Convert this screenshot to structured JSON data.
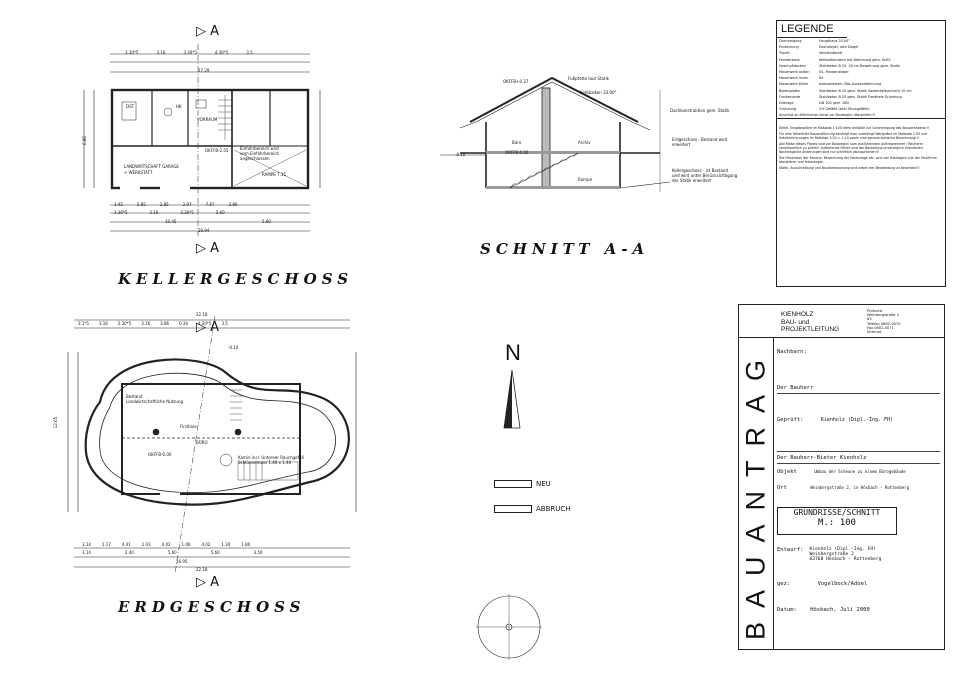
{
  "section_marker": "A",
  "titles": {
    "kellergeschoss": "KELLERGESCHOSS",
    "erdgeschoss": "ERDGESCHOSS",
    "schnitt": "SCHNITT A-A"
  },
  "kg": {
    "top_dims": [
      "3.30*5",
      "3.16",
      "3.30*5",
      "4.30*5",
      "3.5"
    ],
    "total": "17.29",
    "bottom_dims": [
      "1.45",
      "2.85",
      "2.85",
      "2.97",
      "7.67",
      "3.80"
    ],
    "bottom_dims2": [
      "3.36*5",
      "3.16",
      "3.36*5",
      "5.60"
    ],
    "bottom_total1": "10.45",
    "bottom_total2": "5.60",
    "bottom_total": "16.94",
    "left_dim": "6.86",
    "room_wc": "DST",
    "room_vorraum": "VORRAUM",
    "room_hk": "HK",
    "label_oktfb": "OKFFB-2.55",
    "garage_label": "LANDWIRTSCHAFT GARAGE",
    "werkstatt": "+ WERKSTATT",
    "note_einfahrt": "Einfahrbereich wird",
    "note_einfahrt2": "vom Einfahrbereich",
    "note_einfahrt3": "angeschlossen",
    "rampe": "RAMPE 7.15"
  },
  "eg": {
    "top_dims": [
      "3.1*5",
      "3.16",
      "2.30*5",
      "3.16",
      "3.86",
      "0.30",
      "4.30*5",
      "3.5"
    ],
    "total": "22.18",
    "bottom_dims": [
      "3.14",
      "1.17",
      "4.41",
      "1.03",
      "4.02",
      "1.06",
      "4.02",
      "1.30",
      "1.80"
    ],
    "bottom_dims2": [
      "3.14",
      "2.40",
      "5.60",
      "5.60",
      "3.50"
    ],
    "bottom_total1": "16.95",
    "bottom_total": "22.18",
    "left_dim": "12.65",
    "label_oktfb": "OKFFB-0.00",
    "level": "-0.10",
    "room_bestand": "Bestand",
    "room_landw": "Landwirtschaftliche Nutzung",
    "firstlinie": "Firstlinie",
    "buro": "BÜRO",
    "note_kamin": "Kamin incl. Untereer Rauchgefäß",
    "note_kamin2": "Schlüsselmass 1.40 x 1.40"
  },
  "schnitt": {
    "okffb_top": "OKFFB+0.37",
    "okffb_mid": "OKFFB-0.00",
    "level_left": "-0.10",
    "roof_top": "Kehlbalken 33.00°",
    "roof_note": "Fußpfette laut Statik",
    "dachkonstruktion": "Dachkonstruktion gem. Statik",
    "erdgeschoss_note": "Erdgeschoss - Bestand wird",
    "erdgeschoss_note2": "erweitert",
    "kellergeschoss_note": "Kellergeschoss - ist Bestand",
    "kellergeschoss_note2": "und wird unter Berücksichtigung",
    "kellergeschoss_note3": "der Statik erweitert",
    "room_buro": "Büro",
    "room_archiv": "Archiv",
    "room_rampe": "Rampe"
  },
  "legend": {
    "title": "LEGENDE",
    "rows": [
      {
        "k": "Dachneigung",
        "v": "Haupthaus 33.00°"
      },
      {
        "k": "Eindeckung",
        "v": "Dachziegel, rote Ziegel"
      },
      {
        "k": "Traufe",
        "v": "Verblendbrett"
      },
      {
        "k": "Fensterbank",
        "v": "Kehlbalkendach mit Dämmung gem. EnEV"
      },
      {
        "k": "Geschoßdecken",
        "v": "Stahlbeton B 25, 18 cm Bewehrung gem. Statik"
      },
      {
        "k": "Mauerwerk außen",
        "v": "KS, Porotonziegel"
      },
      {
        "k": "Mauerwerk innen",
        "v": "KS"
      },
      {
        "k": "Mauerwerk Keller",
        "v": "Kalksandstein /Stb-Aussendämmung"
      },
      {
        "k": "Bodenplatte",
        "v": "Stahlbeton B 25 gem. Statik Sauberkeitsschicht 10 cm"
      },
      {
        "k": "Fundamente",
        "v": "Stahlbeton B 25 gem. Statik Frostfreie Gründung"
      },
      {
        "k": "Dränage",
        "v": "DN 100 gem. DIN"
      },
      {
        "k": "Gründung",
        "v": "2% Gefälle (kein Sturzgefälle)"
      }
    ],
    "footer": "Anschluß an öffentlichen Kanal vor Baubeginn überprüfen!!!",
    "notes": [
      "Sämtl. Eingabepläne im Maßstab 1:100 dient lediglich zur Genehmigung des Bauvorhabens!!!",
      "Für eine fehlerfreie Bauausführung benötigt man unbedingt Werkpläne im Maßstab 1:50 und Detailzeichnungen im Maßstab 1:20 u. 1:10 sowie eine genaue statische Berechnung!!!",
      "Alle Maße dieses Planes sind vor Baubeginn vom ausführenden Auftragnehmer / Bauherrn verantwortlich zu prüfen! Auftretende Fehler sind der Bauleitung unverzüglich mitzuteilen. Nachträgliche Änderungen sind nur schriftlich abzusprechen!!!",
      "Die Dimension der Kamine, Berechnung der Heizanlage etc. sind von Baubeginn mit der Fachfirma abzuklären und festzulegen.",
      "Statik, Ausschreibung und Bauüberwachung sind neben der Bearbeitung zu beachten!!!"
    ]
  },
  "north": "N",
  "legend_small": {
    "neu": "NEU",
    "abbruch": "ABBRUCH"
  },
  "titleblock": {
    "company1": "KIENHOLZ",
    "company2": "BAU- und",
    "company3": "PROJEKTLEITUNG",
    "addr": [
      "Prokurist",
      "Weinbergstraße 2",
      "63",
      "Telefon 0602-0070",
      "Fax 0602-0071",
      "Internet"
    ],
    "vertical": "BAUANTRAG",
    "nachbarn": "Nachbarn:",
    "bauherr": "Der Bauherr",
    "geprueft": "Geprüft:",
    "geprueft_val": "Kienholz (Dipl.-Ing. FH)",
    "bauherr_bieter": "Der Bauherr-Bieter Kienholz",
    "objekt": "Objekt",
    "objekt_val": "Umbau der Scheune zu einem Bürogebäude",
    "ort": "Ort",
    "ort_val": "Weinbergstraße 2, in Hösbach - Rottenberg",
    "plan_title": "GRUNDRISSE/SCHNITT",
    "scale": "M.: 100",
    "entwurf": "Entwurf:",
    "entwurf_val1": "Kienholz (Dipl.-Ing. FH)",
    "entwurf_val2": "Weinbergstraße 2",
    "entwurf_val3": "63768 Hösbach - Rottenberg",
    "gez": "gez:",
    "gez_val": "Vogelbock/Adoel",
    "datum": "Datum:",
    "datum_val": "Hösbach, Juli 2000"
  }
}
